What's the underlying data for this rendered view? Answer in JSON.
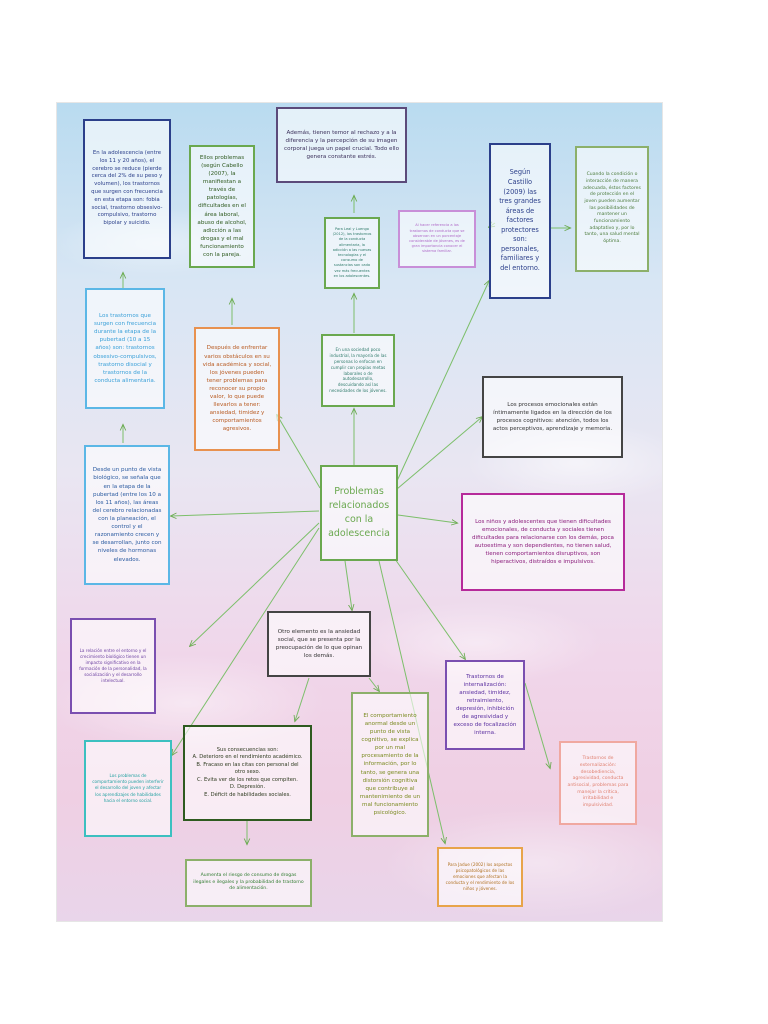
{
  "colors": {
    "green": "#6aa84f",
    "navy": "#2b3f8a",
    "blue": "#5bb7e6",
    "orange": "#e8914f",
    "purple": "#7a4fb0",
    "magenta": "#b62a9a",
    "dark": "#444444",
    "olive": "#8cb06a",
    "lilac": "#c88fd8",
    "peach": "#f0a8a0",
    "cyan": "#3cc0c0",
    "amber": "#e8a44a"
  },
  "center": {
    "text": "Problemas relacionados con la adolescencia"
  },
  "nodes": [
    {
      "id": "n1",
      "text": "En la adolescencia (entre los 11 y 20 años), el cerebro se reduce (pierde cerca del 2% de su peso y volumen), los trastornos que surgen con frecuencia en esta etapa son: fobia social, trastorno obsesivo-compulsivo, trastorno bipolar y suicidio."
    },
    {
      "id": "n2",
      "text": "Ellos problemas (según Cabello (2007), la manifiestan a través de patologías, dificultades en el área laboral, abuso de alcohol, adicción a las drogas y el mal funcionamiento con la pareja."
    },
    {
      "id": "n3",
      "text": "Además, tienen temor al rechazo y a la diferencia y la percepción de su imagen corporal juega un papel crucial. Todo ello genera constante estrés."
    },
    {
      "id": "n4",
      "text": "Para Leal y Luengo (2012), los trastornos de la conducta alimentaria, la adicción a las nuevas tecnologías y el consumo de sustancias son cada vez más frecuentes en los adolescentes."
    },
    {
      "id": "n5",
      "text": "Al hacer referencia a los trastornos de conducta que se observan en un porcentaje considerable de jóvenes, es de gran importancia conocer el sistema familiar."
    },
    {
      "id": "n6",
      "text": "Según Castillo (2009) las tres grandes áreas de factores protectores son: personales, familiares y del entorno."
    },
    {
      "id": "n7",
      "text": "Cuando la condición o interacción de manera adecuada, éstos factores de protección en el joven pueden aumentar las posibilidades de mantener un funcionamiento adaptativo y, por lo tanto, una salud mental óptima."
    },
    {
      "id": "n8",
      "text": "Los trastornos que surgen con frecuencia durante la etapa de la pubertad (10 a 15 años) son: trastornos obsesivo-compulsivos, trastorno disocial y trastornos de la conducta alimentaria."
    },
    {
      "id": "n9",
      "text": "Después de enfrentar varios obstáculos en su vida académica y social, los jóvenes pueden tener problemas para reconocer su propio valor, lo que puede llevarlos a tener: ansiedad, timidez y comportamientos agresivos."
    },
    {
      "id": "n10",
      "text": "En una sociedad poco industrial, la mayoría de las personas lo enfocan en cumplir con propias metas laborales o de autodesarrollo, descuidando así las necesidades de los jóvenes."
    },
    {
      "id": "n11",
      "text": "Los procesos emocionales están íntimamente ligados en la dirección de los procesos cognitivos: atención, todos los actos perceptivos, aprendizaje y memoria."
    },
    {
      "id": "n12",
      "text": "Desde un punto de vista biológico, se señala que en la etapa de la pubertad (entre los 10 a los 11 años), las áreas del cerebro relacionadas con la planeación, el control y el razonamiento crecen y se desarrollan, junto con niveles de hormonas elevados."
    },
    {
      "id": "n13",
      "text": "Los niños y adolescentes que tienen dificultades emocionales, de conducta y sociales tienen dificultades para relacionarse con los demás, poca autoestima y son dependientes, no tienen salud, tienen comportamientos disruptivos, son hiperactivos, distraídos e impulsivos."
    },
    {
      "id": "n14",
      "text": "La relación entre el entorno y el crecimiento biológico tienen un impacto significativo en la formación de la personalidad, la socialización y el desarrollo intelectual."
    },
    {
      "id": "n15",
      "text": "Otro elemento es la ansiedad social, que se presenta por la preocupación de lo que opinan los demás."
    },
    {
      "id": "n16",
      "text": "Trastornos de internalización: ansiedad, timidez, retraimiento, depresión, inhibición de agresividad y exceso de focalización interna."
    },
    {
      "id": "n17",
      "text": "Los problemas de comportamiento pueden interferir el desarrollo del joven y afectar los aprendizajes de habilidades hacia el entorno social."
    },
    {
      "id": "n18",
      "text": "Sus consecuencias son:\nA. Deterioro en el rendimiento académico.\nB. Fracaso en las citas con personal del otro sexo.\nC. Evita ver de los retos que compiten.\nD. Depresión.\nE. Déficit de habilidades sociales."
    },
    {
      "id": "n19",
      "text": "El comportamiento anormal desde un punto de vista cognitivo, se explica por un mal procesamiento de la información, por lo tanto, se genera una distorsión cognitiva que contribuye al mantenimiento de un mal funcionamiento psicológico."
    },
    {
      "id": "n20",
      "text": "Trastornos de externalización: desobediencia, agresividad, conducta antisocial, problemas para manejar la crítica, irritabilidad e impulsividad."
    },
    {
      "id": "n21",
      "text": "Aumenta el riesgo de consumo de drogas ilegales e ilegales y la probabilidad de trastorno de alimentación."
    },
    {
      "id": "n22",
      "text": "Para Jadue (2002) los aspectos psicopatológicos de las emociones que afectan la conducta y el rendimiento de los niños y jóvenes."
    }
  ]
}
